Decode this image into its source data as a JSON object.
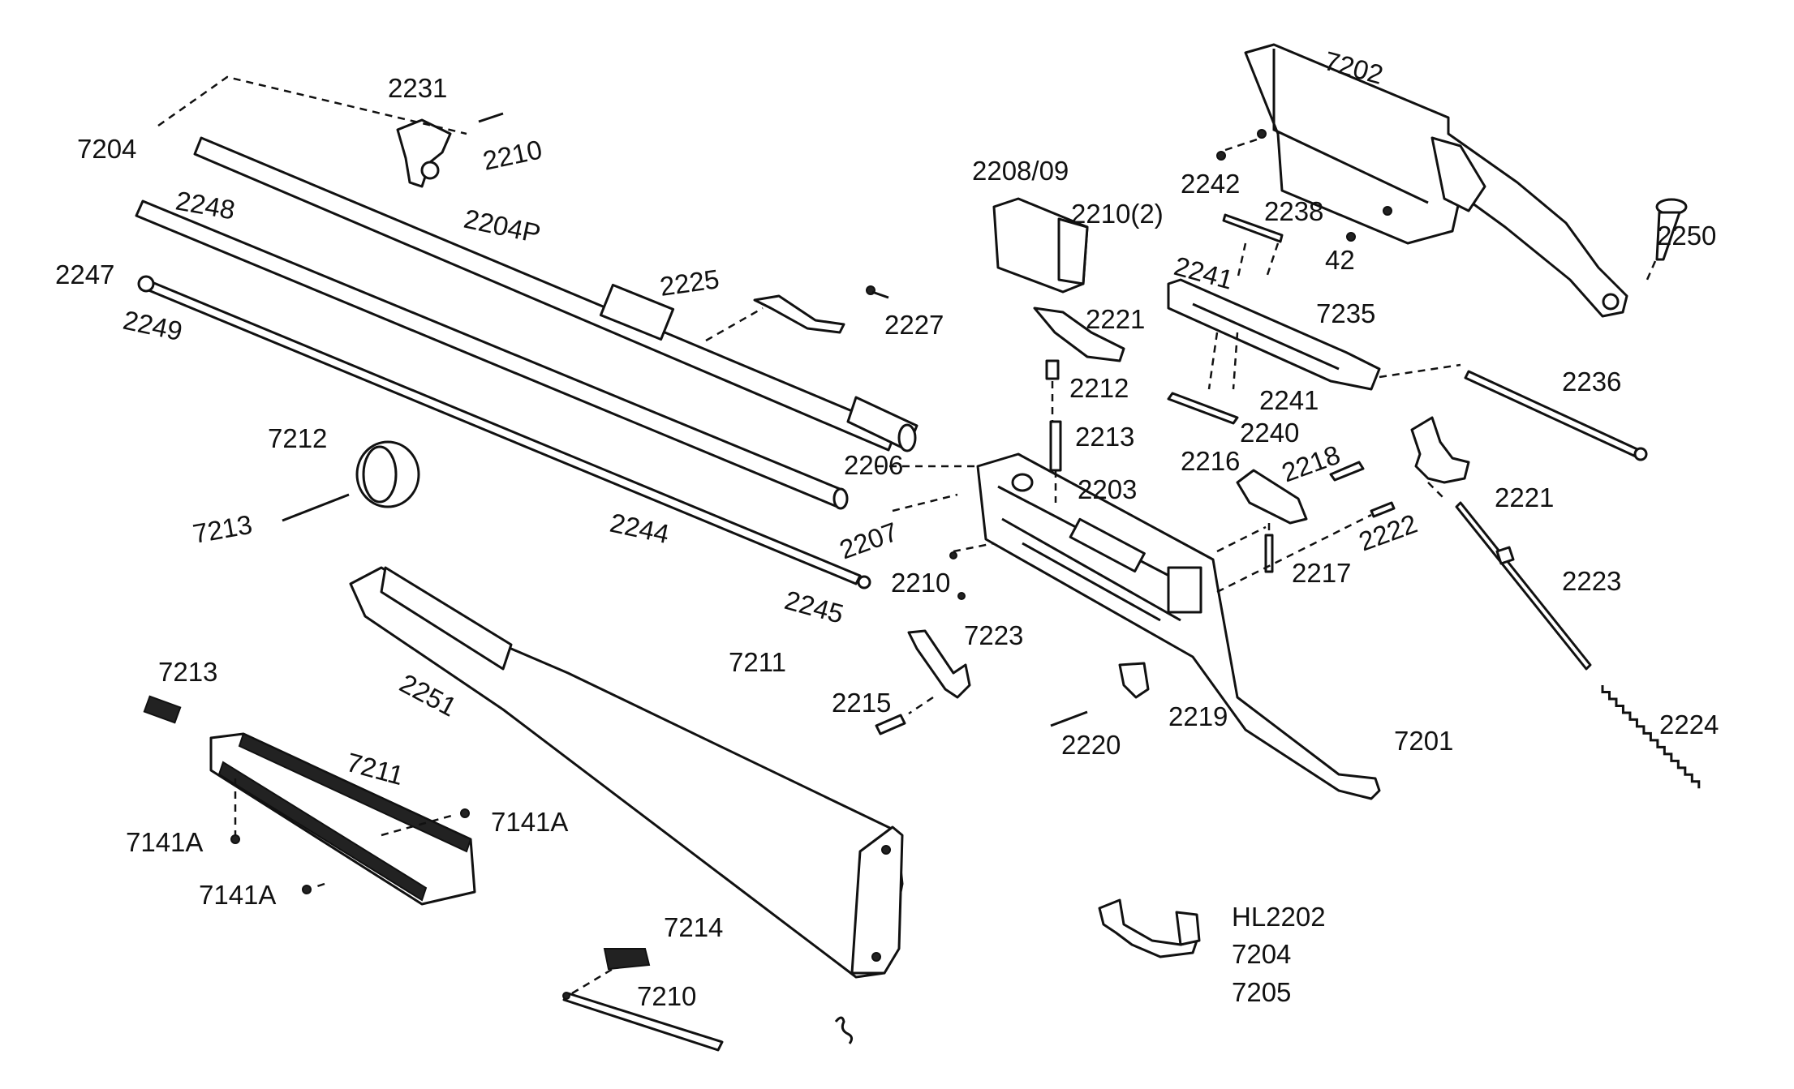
{
  "labels": {
    "p2231": "2231",
    "p7204a": "7204",
    "p2210a": "2210",
    "p2248": "2248",
    "p2204p": "2204P",
    "p2247": "2247",
    "p2249": "2249",
    "p2225": "2225",
    "p2227": "2227",
    "p2206": "2206",
    "p7212": "7212",
    "p7213a": "7213",
    "p2244": "2244",
    "p2207": "2207",
    "p2210b": "2210",
    "p2245": "2245",
    "p7211a": "7211",
    "p2251": "2251",
    "p7213b": "7213",
    "p7211b": "7211",
    "p7141a1": "7141A",
    "p7141a2": "7141A",
    "p7141a3": "7141A",
    "p7214": "7214",
    "p7210": "7210",
    "p2208": "2208/09",
    "p2210c": "2210(2)",
    "p2221a": "2221",
    "p2212": "2212",
    "p2213": "2213",
    "p2203": "2203",
    "p7223": "7223",
    "p2215": "2215",
    "p2220": "2220",
    "p2219": "2219",
    "p7202": "7202",
    "p2242": "2242",
    "p2238": "2238",
    "p42": "42",
    "p2250": "2250",
    "p2241a": "2241",
    "p7235": "7235",
    "p2236": "2236",
    "p2241b": "2241",
    "p2240": "2240",
    "p2216": "2216",
    "p2218": "2218",
    "p2221b": "2221",
    "p2222": "2222",
    "p2217": "2217",
    "p2223": "2223",
    "p7201": "7201",
    "p2224": "2224",
    "phl2202": "HL2202",
    "p7204b": "7204",
    "p7205": "7205"
  }
}
